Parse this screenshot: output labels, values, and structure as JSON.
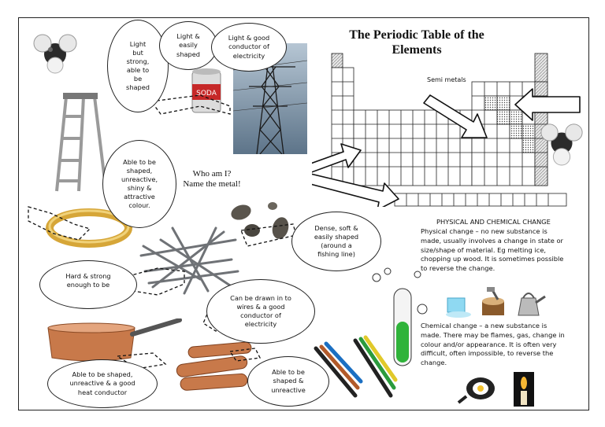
{
  "title_line1": "The Periodic Table of the",
  "title_line2": "Elements",
  "semi_metals_label": "Semi metals",
  "who_am_i_line1": "Who am I?",
  "who_am_i_line2": "Name the metal!",
  "bubbles": {
    "ladder": [
      "Light",
      "but",
      "strong,",
      "able to",
      "be",
      "shaped"
    ],
    "soda": [
      "Light &",
      "easily",
      "shaped"
    ],
    "pylon": [
      "Light & good",
      "conductor of",
      "electricity"
    ],
    "ring": [
      "Able to be",
      "shaped,",
      "unreactive,",
      "shiny &",
      "attractive",
      "colour."
    ],
    "sinkers": [
      "Dense, soft &",
      "easily shaped",
      "(around a",
      "fishing line)"
    ],
    "nails": [
      "Hard & strong",
      "enough to be"
    ],
    "wires": [
      "Can be drawn in to",
      "wires & a good",
      "conductor of",
      "electricity"
    ],
    "pan": [
      "Able to be shaped,",
      "unreactive & a good",
      "heat conductor"
    ],
    "pipes": [
      "Able to be",
      "shaped &",
      "unreactive"
    ]
  },
  "physical": {
    "heading": "PHYSICAL AND CHEMICAL CHANGE",
    "lines": [
      "Physical change – no new substance is",
      "made, usually involves a change in state or",
      "size/shape of material.  Eg melting ice,",
      "chopping up wood.  It is sometimes possible",
      "to reverse the change."
    ]
  },
  "chemical": {
    "lines": [
      "Chemical change – a new substance is",
      "made.  There may be flames, gas, change in",
      "colour and/or appearance.  It is often very",
      "difficult, often impossible, to reverse the",
      "change."
    ]
  },
  "colors": {
    "copper": "#c8794a",
    "gold": "#d6a638",
    "liquid": "#2fb33a",
    "sky": "#7f98ad"
  },
  "soda_can_text": "SODA"
}
